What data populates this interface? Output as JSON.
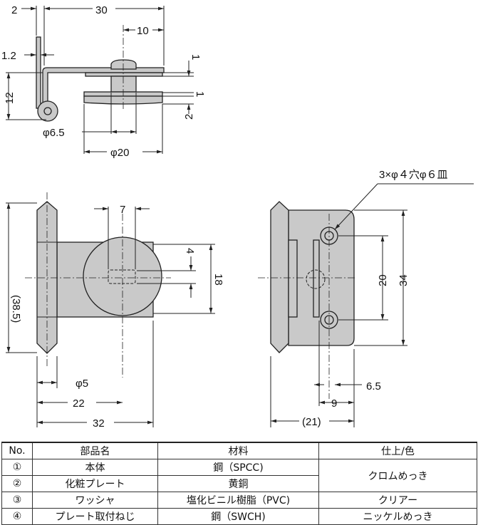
{
  "dimensions": {
    "top": {
      "d2": "2",
      "d30": "30",
      "d10": "10",
      "d1_2": "1.2",
      "d12": "12",
      "phi6_5": "φ6.5",
      "phi20": "φ20",
      "r1a": "1",
      "r1b": "1",
      "r2": "2"
    },
    "front": {
      "d7": "7",
      "d4": "4",
      "d18": "18",
      "d38_5": "(38.5)",
      "phi5": "φ5",
      "d22": "22",
      "d32": "32"
    },
    "side": {
      "holes": "3×φ４穴φ６皿",
      "d20": "20",
      "d34": "34",
      "d6_5": "6.5",
      "d9": "9",
      "d21": "(21)"
    }
  },
  "table": {
    "headers": [
      "No.",
      "部品名",
      "材料",
      "仕上/色"
    ],
    "rows": [
      {
        "no": "①",
        "name": "本体",
        "material": "鋼（SPCC)",
        "finish": "クロムめっき"
      },
      {
        "no": "②",
        "name": "化粧プレート",
        "material": "黄銅"
      },
      {
        "no": "③",
        "name": "ワッシャ",
        "material": "塩化ビニル樹脂（PVC)",
        "finish": "クリアー"
      },
      {
        "no": "④",
        "name": "プレート取付ねじ",
        "material": "鋼（SWCH)",
        "finish": "ニッケルめっき"
      }
    ]
  }
}
